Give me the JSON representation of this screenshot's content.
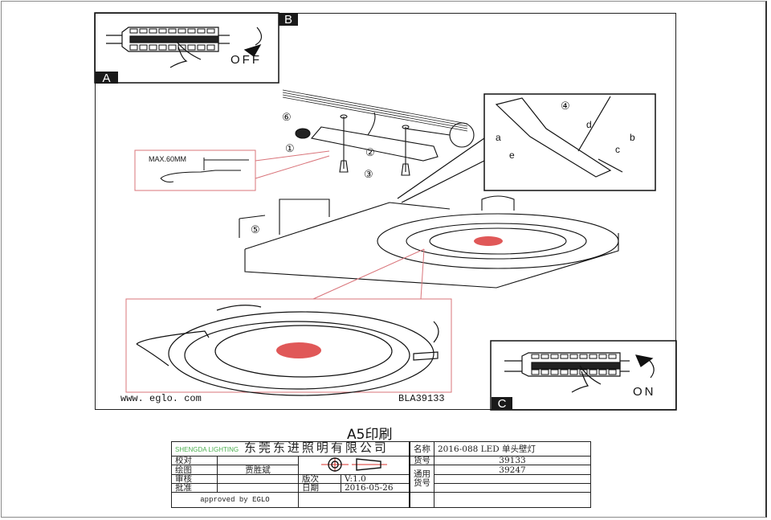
{
  "diagram": {
    "panels": {
      "a_label": "A",
      "b_label": "B",
      "c_label": "C"
    },
    "switch_off_text": "OFF",
    "switch_on_text": "ON",
    "wire_strip_label": "MAX.60MM",
    "step_markers": [
      "①",
      "②",
      "③",
      "④",
      "⑤",
      "⑥"
    ],
    "detail_letters": [
      "a",
      "b",
      "c",
      "d",
      "e"
    ],
    "website": "www. eglo. com",
    "model_code": "BLA39133",
    "accent_color": "#d9332e",
    "callout_line_color": "#d9747a"
  },
  "print_note": "A5印刷",
  "title_block": {
    "logo_text": "SHENGDA LIGHTING",
    "company": "东莞东进照明有限公司",
    "rows": [
      {
        "label": "校对",
        "value": ""
      },
      {
        "label": "绘图",
        "value": "贾胜斌"
      },
      {
        "label": "审核",
        "value": ""
      },
      {
        "label": "批准",
        "value": ""
      }
    ],
    "version_label": "版次",
    "version_value": "V:1.0",
    "date_label": "日期",
    "date_value": "2016-05-26",
    "approved": "approved by EGLO",
    "name_label": "名称",
    "name_value": "2016-088 LED 单头壁灯",
    "item_no_label": "货号",
    "item_no_value": "39133",
    "common_label_1": "通用",
    "common_label_2": "货号",
    "common_values": [
      "39247",
      "",
      ""
    ]
  }
}
